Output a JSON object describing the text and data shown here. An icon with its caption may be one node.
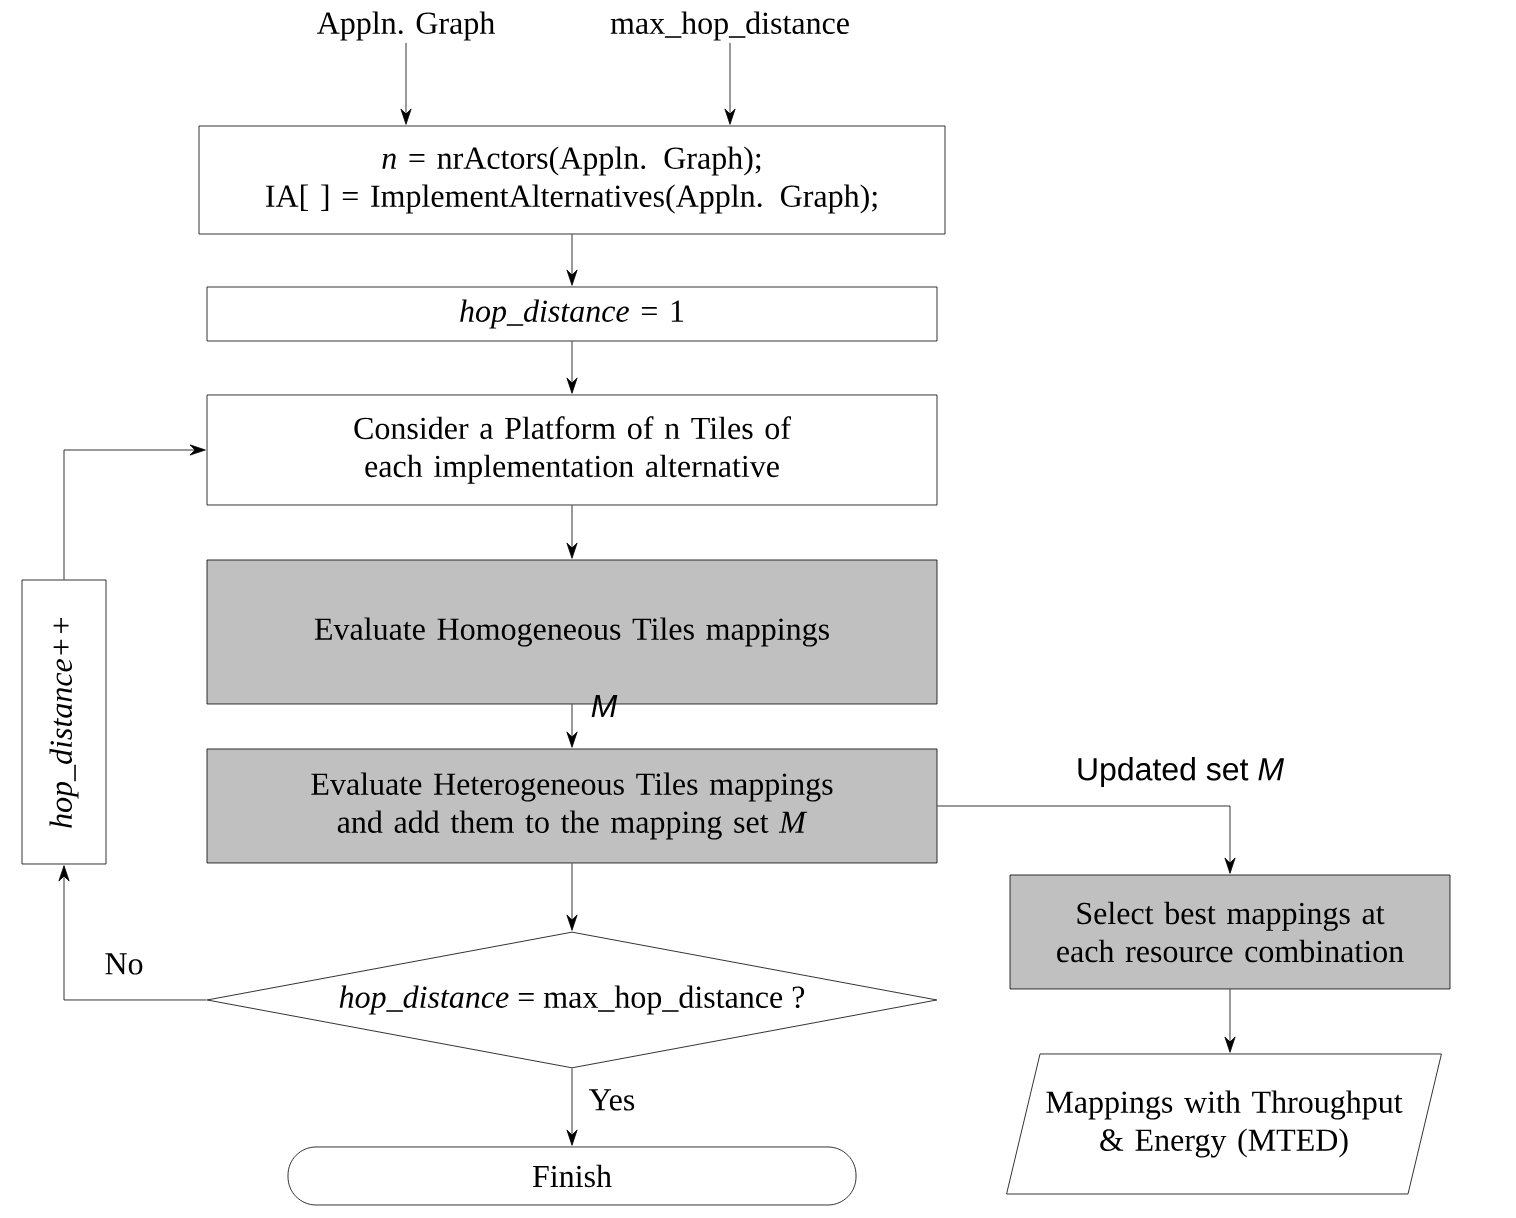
{
  "diagram": {
    "nodes": [
      {
        "text": [
          "Appln. Graph"
        ]
      },
      {
        "text": [
          "max_hop_distance"
        ]
      },
      {
        "text": [
          "*n* = nrActors(Appln. Graph);",
          "IA[ ] = ImplementAlternatives(Appln. Graph);"
        ]
      },
      {
        "text": [
          "*hop_distance* = 1"
        ]
      },
      {
        "text": [
          "Consider a Platform of n Tiles of each implementation alternative"
        ]
      },
      {
        "text": [
          "Evaluate Homogeneous Tiles mappings"
        ]
      },
      {
        "text": [
          "Evaluate Heterogeneous Tiles mappings and add them to the mapping set *M*"
        ]
      },
      {
        "text": [
          "*hop_distance* = max_hop_distance ?"
        ]
      },
      {
        "text": [
          "Finish"
        ]
      },
      {
        "text": [
          "Select best mappings at each resource combination"
        ]
      },
      {
        "text": [
          "Mappings with Throughput & Energy (MTED)"
        ]
      },
      {
        "text": [
          "hop_distance++"
        ]
      }
    ],
    "edges": [
      {
        "from": 0,
        "to": 2,
        "arrow": "to"
      },
      {
        "from": 1,
        "to": 2,
        "arrow": "to"
      },
      {
        "from": 2,
        "to": 3,
        "arrow": "to"
      },
      {
        "from": 3,
        "to": 4,
        "arrow": "to"
      },
      {
        "from": 4,
        "to": 5,
        "arrow": "to"
      },
      {
        "from": 5,
        "to": 6,
        "arrow": "to",
        "label": "*M*"
      },
      {
        "from": 6,
        "to": 7,
        "arrow": "to"
      },
      {
        "from": 7,
        "to": 8,
        "arrow": "to",
        "label": "Yes"
      },
      {
        "from": 7,
        "to": 11,
        "arrow": "to",
        "label": "No"
      },
      {
        "from": 11,
        "to": 4,
        "arrow": "to"
      },
      {
        "from": 6,
        "to": 9,
        "arrow": "to",
        "label": "Updated set *M*"
      },
      {
        "from": 9,
        "to": 10,
        "arrow": "to"
      }
    ]
  }
}
